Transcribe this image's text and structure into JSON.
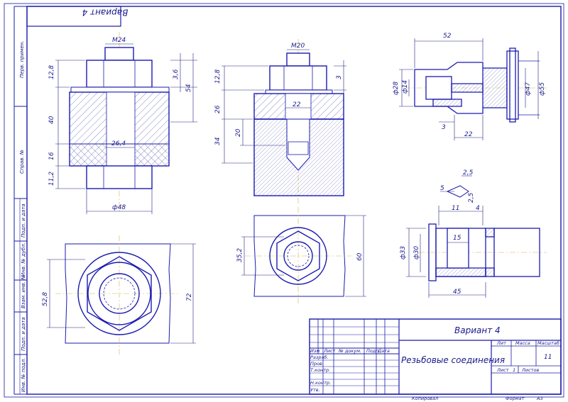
{
  "colors": {
    "frame": "#1a1aa8",
    "part": "#1b1bb0",
    "hatch": "#6a6ab8",
    "axis": "#d8b24a",
    "dim": "#202080"
  },
  "stamp_top": "Вариант 4",
  "side_labels": [
    "Перв. примен.",
    "Справ. №",
    "Подп. и дата",
    "Инв. № дубл.",
    "Взам. инв. №",
    "Подп. и дата",
    "Инв. № подл."
  ],
  "views": {
    "bolt": {
      "thread": "M24",
      "dims": {
        "head_h": "12,8",
        "nut_h": "3,6",
        "total": "54",
        "plate": "40",
        "washer": "16",
        "hole": "26,4",
        "bottom": "11,2",
        "head_d": "ф48",
        "plan_w": "52,8",
        "plan_h": "72"
      }
    },
    "stud": {
      "thread": "M20",
      "dims": {
        "nut_h": "12,8",
        "washer": "3",
        "plate": "26",
        "hole": "22",
        "thread_len": "20",
        "depth": "34",
        "plan_w": "35,2",
        "plan_h": "60"
      }
    },
    "fitting": {
      "dims": {
        "len": "52",
        "d1": "ф28",
        "d2": "ф14",
        "d3": "ф47",
        "d4": "ф55",
        "gap": "3",
        "w": "22"
      }
    },
    "coupling": {
      "dims": {
        "a": "2,5",
        "b": "2,5",
        "c": "5",
        "d": "11",
        "e": "4",
        "f": "15",
        "d1": "ф33",
        "d2": "ф30",
        "w": "45"
      }
    }
  },
  "title_block": {
    "variant": "Вариант 4",
    "title": "Резьбовые соединения",
    "col_lit": "Лит",
    "col_mass": "Масса",
    "col_scale": "Масштаб",
    "scale_value": "11",
    "sheet_label": "Лист",
    "sheet_no": "1",
    "sheets_label": "Листов",
    "row_labels": [
      "Изм",
      "Лист",
      "№ докум.",
      "Подп.",
      "Дата"
    ],
    "roles": [
      "Разраб.",
      "Пров.",
      "Т.контр.",
      "Н.контр.",
      "Утв."
    ],
    "copied": "Копировал",
    "format_label": "Формат",
    "format_value": "А3"
  }
}
